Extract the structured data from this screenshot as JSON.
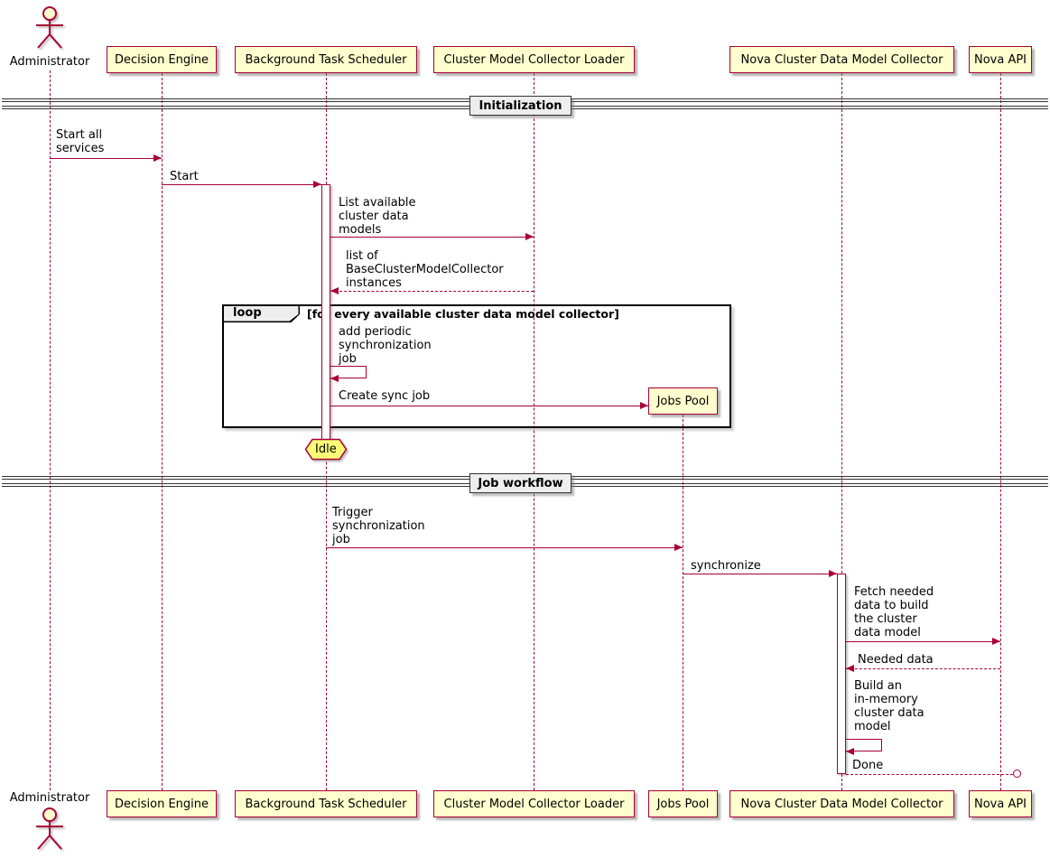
{
  "diagram_type": "uml-sequence-diagram",
  "participants": {
    "administrator": "Administrator",
    "decision_engine": "Decision Engine",
    "background_task_scheduler": "Background Task Scheduler",
    "cluster_model_collector_loader": "Cluster Model Collector Loader",
    "jobs_pool": "Jobs Pool",
    "nova_cluster_data_model_collector": "Nova Cluster Data Model Collector",
    "nova_api": "Nova API"
  },
  "dividers": {
    "initialization": "Initialization",
    "job_workflow": "Job workflow"
  },
  "loop": {
    "keyword": "loop",
    "condition": "[for every available cluster data model collector]"
  },
  "state": {
    "idle": "Idle"
  },
  "messages": {
    "start_all_services": "Start all\nservices",
    "start": "Start",
    "list_available_models": "List available\ncluster data\nmodels",
    "list_of_instances": "list of\nBaseClusterModelCollector\ninstances",
    "add_periodic_job": "add periodic\nsynchronization\njob",
    "create_sync_job": "Create sync job",
    "trigger_sync_job": "Trigger\nsynchronization\njob",
    "synchronize": "synchronize",
    "fetch_needed_data": "Fetch needed\ndata to build\nthe cluster\ndata model",
    "needed_data": "Needed data",
    "build_model": "Build an\nin-memory\ncluster data\nmodel",
    "done": "Done"
  },
  "colors": {
    "accent_border": "#A80036",
    "participant_fill": "#FEFECE",
    "hexagon_fill": "#FBFB77",
    "divider_fill": "#EEEEEE",
    "frame_border": "#000000"
  }
}
